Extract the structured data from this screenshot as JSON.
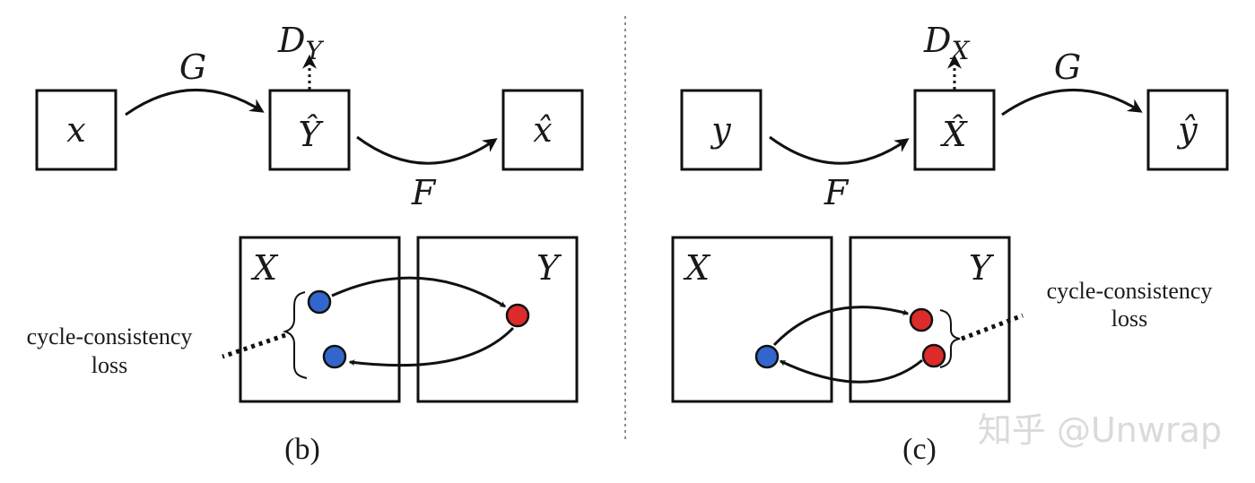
{
  "panels": {
    "b": {
      "caption": "(b)",
      "input_box": "x",
      "mid_box": "Ŷ",
      "output_box": "x̂",
      "gen_forward": "G",
      "gen_backward": "F",
      "discriminator": "D",
      "discriminator_sub": "Y",
      "domain_left": "X",
      "domain_right": "Y",
      "loss_line1": "cycle-consistency",
      "loss_line2": "loss"
    },
    "c": {
      "caption": "(c)",
      "input_box": "y",
      "mid_box": "X̂",
      "output_box": "ŷ",
      "gen_forward": "F",
      "gen_backward": "G",
      "discriminator": "D",
      "discriminator_sub": "X",
      "domain_left": "X",
      "domain_right": "Y",
      "loss_line1": "cycle-consistency",
      "loss_line2": "loss"
    }
  },
  "watermark": "知乎 @Unwrap",
  "colors": {
    "stroke": "#111111",
    "blue_point": "#3366cc",
    "red_point": "#dd2a2a",
    "divider": "#666666"
  }
}
